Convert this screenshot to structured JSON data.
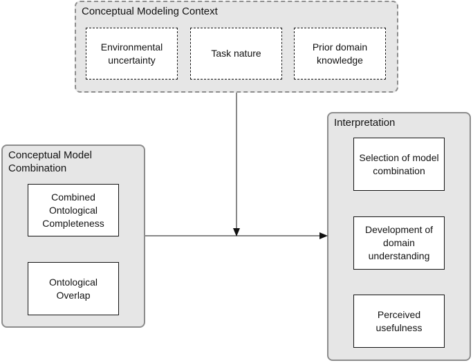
{
  "context": {
    "title": "Conceptual Modeling Context",
    "items": [
      "Environmental uncertainty",
      "Task nature",
      "Prior domain knowledge"
    ]
  },
  "combination": {
    "title": "Conceptual Model Combination",
    "items": [
      "Combined Ontological Completeness",
      "Ontological Overlap"
    ]
  },
  "interpretation": {
    "title": "Interpretation",
    "items": [
      "Selection of model combination",
      "Development of domain understanding",
      "Perceived usefulness"
    ]
  }
}
